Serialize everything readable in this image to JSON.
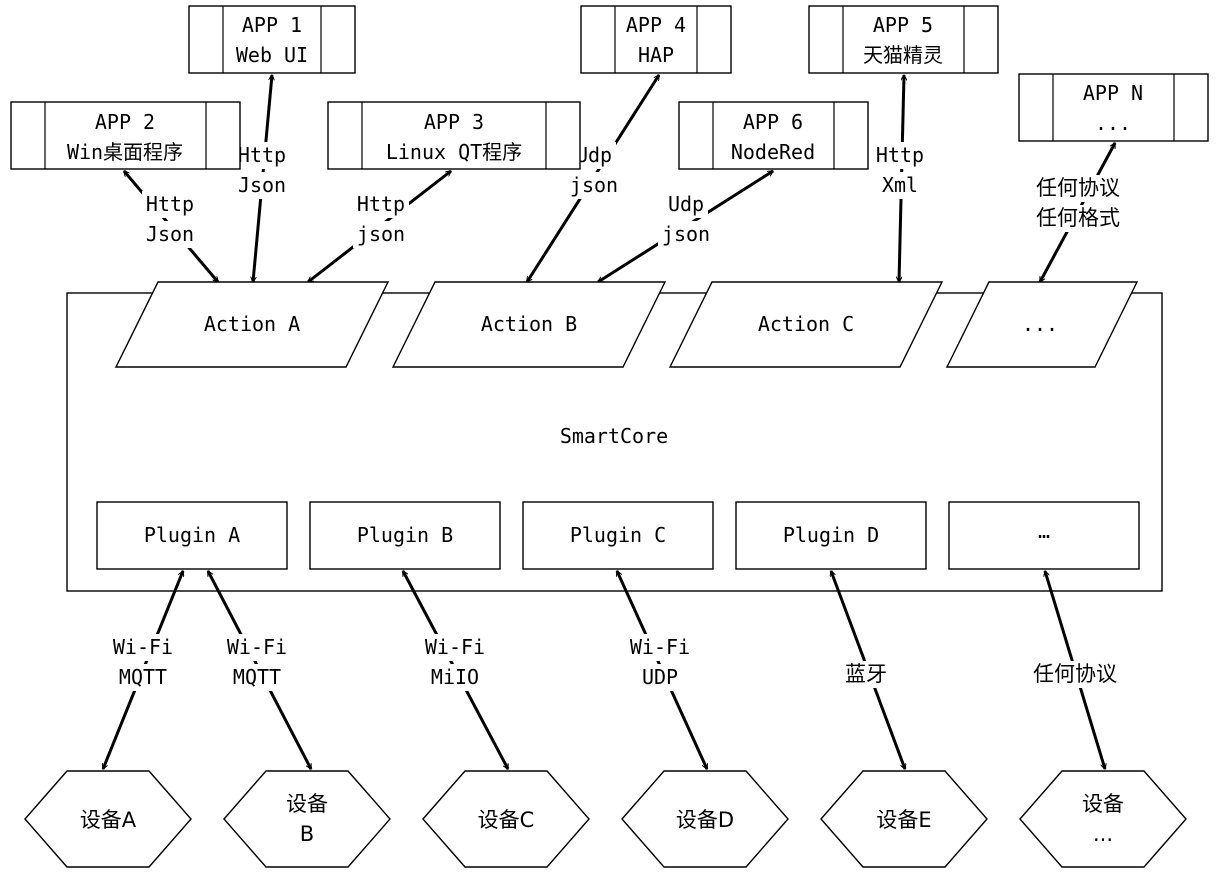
{
  "core": {
    "label": "SmartCore"
  },
  "apps": [
    {
      "id": "app1",
      "title": "APP 1",
      "subtitle": "Web UI"
    },
    {
      "id": "app2",
      "title": "APP 2",
      "subtitle": "Win桌面程序"
    },
    {
      "id": "app3",
      "title": "APP 3",
      "subtitle": "Linux QT程序"
    },
    {
      "id": "app4",
      "title": "APP 4",
      "subtitle": "HAP"
    },
    {
      "id": "app5",
      "title": "APP 5",
      "subtitle": "天猫精灵"
    },
    {
      "id": "app6",
      "title": "APP 6",
      "subtitle": "NodeRed"
    },
    {
      "id": "appN",
      "title": "APP N",
      "subtitle": "..."
    }
  ],
  "actions": [
    {
      "id": "actA",
      "label": "Action A"
    },
    {
      "id": "actB",
      "label": "Action B"
    },
    {
      "id": "actC",
      "label": "Action C"
    },
    {
      "id": "actMore",
      "label": "..."
    }
  ],
  "plugins": [
    {
      "id": "plgA",
      "label": "Plugin A"
    },
    {
      "id": "plgB",
      "label": "Plugin B"
    },
    {
      "id": "plgC",
      "label": "Plugin C"
    },
    {
      "id": "plgD",
      "label": "Plugin D"
    },
    {
      "id": "plgMore",
      "label": "…"
    }
  ],
  "devices": [
    {
      "id": "devA",
      "lines": [
        "设备A"
      ]
    },
    {
      "id": "devB",
      "lines": [
        "设备",
        "B"
      ]
    },
    {
      "id": "devC",
      "lines": [
        "设备C"
      ]
    },
    {
      "id": "devD",
      "lines": [
        "设备D"
      ]
    },
    {
      "id": "devE",
      "lines": [
        "设备E"
      ]
    },
    {
      "id": "devMore",
      "lines": [
        "设备",
        "..."
      ]
    }
  ],
  "app_links": [
    {
      "id": "a2",
      "from": "actA",
      "to": "app2",
      "lines": [
        "Http",
        "Json"
      ]
    },
    {
      "id": "a1",
      "from": "actA",
      "to": "app1",
      "lines": [
        "Http",
        "Json"
      ]
    },
    {
      "id": "a3",
      "from": "actA",
      "to": "app3",
      "lines": [
        "Http",
        "json"
      ]
    },
    {
      "id": "a4",
      "from": "actB",
      "to": "app4",
      "lines": [
        "Udp",
        "json"
      ]
    },
    {
      "id": "a6",
      "from": "actB",
      "to": "app6",
      "lines": [
        "Udp",
        "json"
      ]
    },
    {
      "id": "a5",
      "from": "actC",
      "to": "app5",
      "lines": [
        "Http",
        "Xml"
      ]
    },
    {
      "id": "aN",
      "from": "actMore",
      "to": "appN",
      "lines": [
        "任何协议",
        "任何格式"
      ]
    }
  ],
  "device_links": [
    {
      "id": "dA",
      "from": "plgA",
      "to": "devA",
      "lines": [
        "Wi-Fi",
        "MQTT"
      ]
    },
    {
      "id": "dB",
      "from": "plgA",
      "to": "devB",
      "lines": [
        "Wi-Fi",
        "MQTT"
      ]
    },
    {
      "id": "dC",
      "from": "plgB",
      "to": "devC",
      "lines": [
        "Wi-Fi",
        "MiIO"
      ]
    },
    {
      "id": "dD",
      "from": "plgC",
      "to": "devD",
      "lines": [
        "Wi-Fi",
        "UDP"
      ]
    },
    {
      "id": "dE",
      "from": "plgD",
      "to": "devE",
      "lines": [
        "蓝牙"
      ]
    },
    {
      "id": "dN",
      "from": "plgMore",
      "to": "devMore",
      "lines": [
        "任何协议"
      ]
    }
  ]
}
